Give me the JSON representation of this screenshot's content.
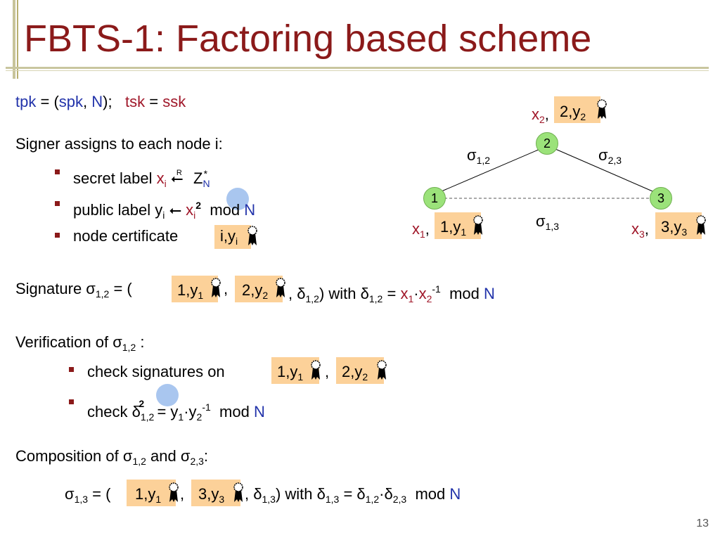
{
  "slide": {
    "title": "FBTS-1: Factoring based scheme",
    "page_number": "13"
  },
  "keys": {
    "tpk": "tpk",
    "eq1": "= (",
    "spk": "spk",
    "comma": ",",
    "N": "N",
    "close1": ");",
    "tsk": "tsk",
    "eq2": "=",
    "ssk": "ssk"
  },
  "assign": {
    "intro": "Signer assigns to each node i:",
    "secret_label": "secret label",
    "x": "x",
    "i": "i",
    "arrow_r": "⭠",
    "R": "R",
    "Z": "Z",
    "star": "*",
    "N": "N",
    "public_label": "public label y",
    "arrow": "⭠",
    "two": "2",
    "mod": "mod",
    "cert": "node certificate",
    "cert_box": "i,y",
    "cert_sub": "i"
  },
  "graph": {
    "n1": "1",
    "n2": "2",
    "n3": "3",
    "sig12": "σ",
    "sig12_sub": "1,2",
    "sig23": "σ",
    "sig23_sub": "2,3",
    "sig13": "σ",
    "sig13_sub": "1,3",
    "x2": "x",
    "x2_sub": "2",
    "c2": "2,y",
    "c2_sub": "2",
    "x1": "x",
    "x1_sub": "1",
    "c1": "1,y",
    "c1_sub": "1",
    "x3": "x",
    "x3_sub": "3",
    "c3": "3,y",
    "c3_sub": "3",
    "comma": ","
  },
  "signature": {
    "label": "Signature  σ",
    "sub": "1,2",
    "eq": "= (",
    "c1": "1,y",
    "c1_sub": "1",
    "comma": ",",
    "c2": "2,y",
    "c2_sub": "2",
    "delta": ", δ",
    "delta_sub": "1,2",
    "with": ")  with  δ",
    "with_sub": "1,2",
    "eq2": "=",
    "x": "x",
    "x1_sub": "1",
    "dot": "·",
    "x2_sub": "2",
    "sup": "-1",
    "mod": "mod",
    "N": "N"
  },
  "verification": {
    "label": "Verification of  σ",
    "sub": "1,2",
    "colon": ":",
    "check_sig": "check signatures on",
    "c1": "1,y",
    "c1_sub": "1",
    "comma": ",",
    "c2": "2,y",
    "c2_sub": "2",
    "check": "check  δ",
    "check_sub": "1,2",
    "two": "2",
    "eq": "= y",
    "y1_sub": "1",
    "dot": "·y",
    "y2_sub": "2",
    "sup": "-1",
    "mod": "mod",
    "N": "N"
  },
  "composition": {
    "label": "Composition of  σ",
    "sub1": "1,2",
    "and": "and σ",
    "sub2": "2,3",
    "colon": ":",
    "sigma": "σ",
    "sigma_sub": "1,3",
    "eq": "= (",
    "c1": "1,y",
    "c1_sub": "1",
    "comma": ",",
    "c3": "3,y",
    "c3_sub": "3",
    "delta": ", δ",
    "delta_sub": "1,3",
    "with": ")   with  δ",
    "with_sub": "1,3",
    "eq2": "= δ",
    "d12_sub": "1,2",
    "dot": "·δ",
    "d23_sub": "2,3",
    "mod": "mod",
    "N": "N"
  },
  "colors": {
    "title": "#8b1a1a",
    "blue": "#2233aa",
    "red": "#a0182a",
    "cert_box": "#fcd199",
    "node": "#9be27a",
    "highlight_circle": "#a9c6ef"
  }
}
